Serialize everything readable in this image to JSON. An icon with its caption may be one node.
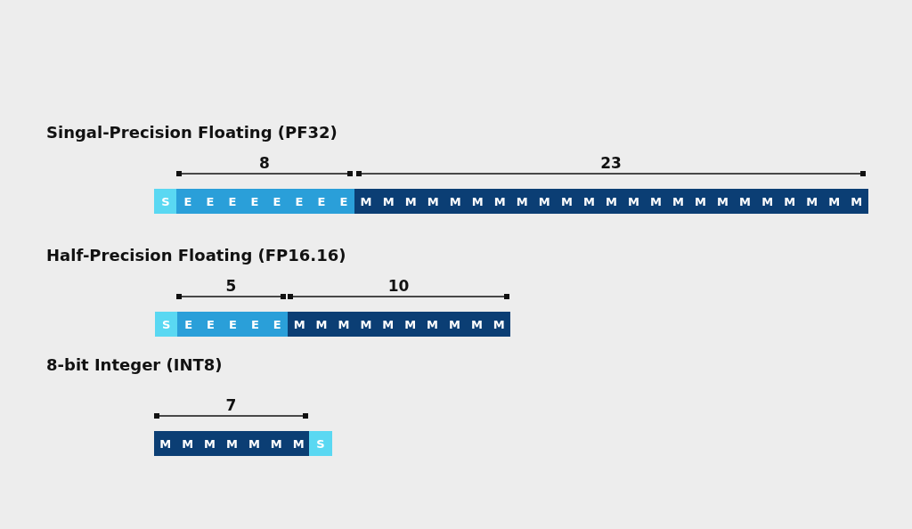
{
  "diagram": {
    "nodes": [
      {
        "text": [
          "S"
        ]
      },
      {
        "text": [
          "E"
        ]
      },
      {
        "text": [
          "E"
        ]
      },
      {
        "text": [
          "E"
        ]
      },
      {
        "text": [
          "E"
        ]
      },
      {
        "text": [
          "E"
        ]
      },
      {
        "text": [
          "E"
        ]
      },
      {
        "text": [
          "E"
        ]
      },
      {
        "text": [
          "E"
        ]
      },
      {
        "text": [
          "M"
        ]
      },
      {
        "text": [
          "M"
        ]
      },
      {
        "text": [
          "M"
        ]
      },
      {
        "text": [
          "M"
        ]
      },
      {
        "text": [
          "M"
        ]
      },
      {
        "text": [
          "M"
        ]
      },
      {
        "text": [
          "M"
        ]
      },
      {
        "text": [
          "M"
        ]
      },
      {
        "text": [
          "M"
        ]
      },
      {
        "text": [
          "M"
        ]
      },
      {
        "text": [
          "M"
        ]
      },
      {
        "text": [
          "M"
        ]
      },
      {
        "text": [
          "M"
        ]
      },
      {
        "text": [
          "M"
        ]
      },
      {
        "text": [
          "M"
        ]
      },
      {
        "text": [
          "M"
        ]
      },
      {
        "text": [
          "M"
        ]
      },
      {
        "text": [
          "M"
        ]
      },
      {
        "text": [
          "M"
        ]
      },
      {
        "text": [
          "M"
        ]
      },
      {
        "text": [
          "M"
        ]
      },
      {
        "text": [
          "M"
        ]
      },
      {
        "text": [
          "M"
        ]
      },
      {
        "text": [
          "S"
        ]
      },
      {
        "text": [
          "E"
        ]
      },
      {
        "text": [
          "E"
        ]
      },
      {
        "text": [
          "E"
        ]
      },
      {
        "text": [
          "E"
        ]
      },
      {
        "text": [
          "E"
        ]
      },
      {
        "text": [
          "M"
        ]
      },
      {
        "text": [
          "M"
        ]
      },
      {
        "text": [
          "M"
        ]
      },
      {
        "text": [
          "M"
        ]
      },
      {
        "text": [
          "M"
        ]
      },
      {
        "text": [
          "M"
        ]
      },
      {
        "text": [
          "M"
        ]
      },
      {
        "text": [
          "M"
        ]
      },
      {
        "text": [
          "M"
        ]
      },
      {
        "text": [
          "M"
        ]
      },
      {
        "text": [
          "M"
        ]
      },
      {
        "text": [
          "M"
        ]
      },
      {
        "text": [
          "M"
        ]
      },
      {
        "text": [
          "M"
        ]
      },
      {
        "text": [
          "M"
        ]
      },
      {
        "text": [
          "M"
        ]
      },
      {
        "text": [
          "M"
        ]
      },
      {
        "text": [
          "S"
        ]
      }
    ],
    "labels": [
      "Singal-Precision Floating (PF32)",
      "8",
      "23",
      "Half-Precision Floating (FP16.16)",
      "5",
      "10",
      "8-bit Integer (INT8)",
      "7"
    ]
  }
}
